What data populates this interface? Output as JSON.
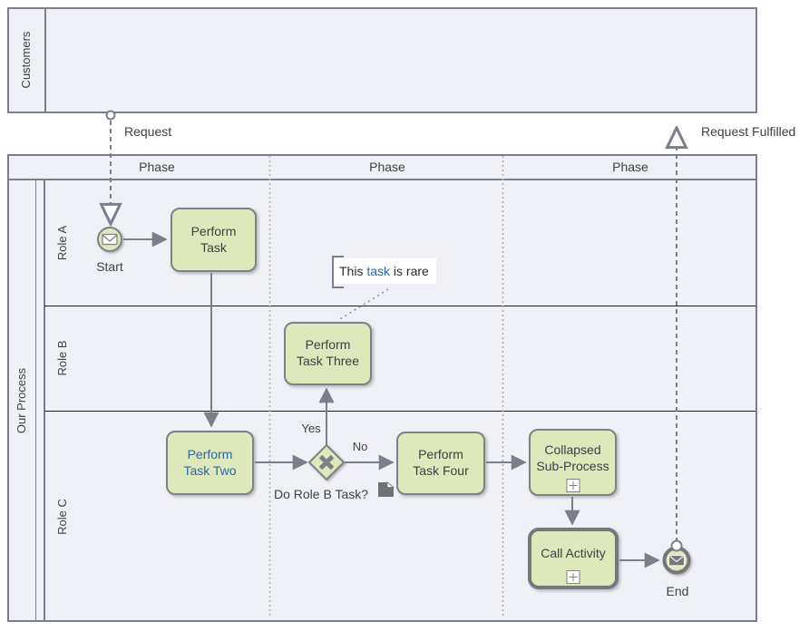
{
  "pools": [
    {
      "label": "Customers"
    },
    {
      "label": "Our Process",
      "lanes": [
        {
          "label": "Role A"
        },
        {
          "label": "Role B"
        },
        {
          "label": "Role C"
        }
      ],
      "phases": [
        {
          "label": "Phase"
        },
        {
          "label": "Phase"
        },
        {
          "label": "Phase"
        }
      ]
    }
  ],
  "nodes": {
    "start_event": {
      "label": "Start",
      "type": "message-start-event"
    },
    "perform_task": {
      "label": "Perform Task"
    },
    "perform_task_two": {
      "label": "Perform Task Two"
    },
    "perform_task_three": {
      "label": "Perform Task Three"
    },
    "perform_task_four": {
      "label": "Perform Task Four"
    },
    "collapsed_sub_process": {
      "label": "Collapsed Sub-Process"
    },
    "call_activity": {
      "label": "Call Activity"
    },
    "end_event": {
      "label": "End",
      "type": "message-end-event"
    },
    "gateway": {
      "label": "Do Role B Task?",
      "type": "exclusive-gateway"
    }
  },
  "flows": {
    "request": {
      "label": "Request"
    },
    "request_fulfilled": {
      "label": "Request Fulfilled"
    },
    "yes": {
      "label": "Yes"
    },
    "no": {
      "label": "No"
    }
  },
  "annotation": {
    "text_before": "This ",
    "link_text": "task",
    "text_after": " is rare"
  },
  "colors": {
    "task_fill": "#dee8bb",
    "task_stroke": "#7e8185",
    "pool_fill": "#f0f1f6",
    "pool_stroke": "#7a7e90",
    "flow_stroke": "#7b7f8c",
    "link_blue": "#2a67a8",
    "lane_divider": "#1b1d21",
    "phase_divider_dotted": "#b0b0b3"
  }
}
